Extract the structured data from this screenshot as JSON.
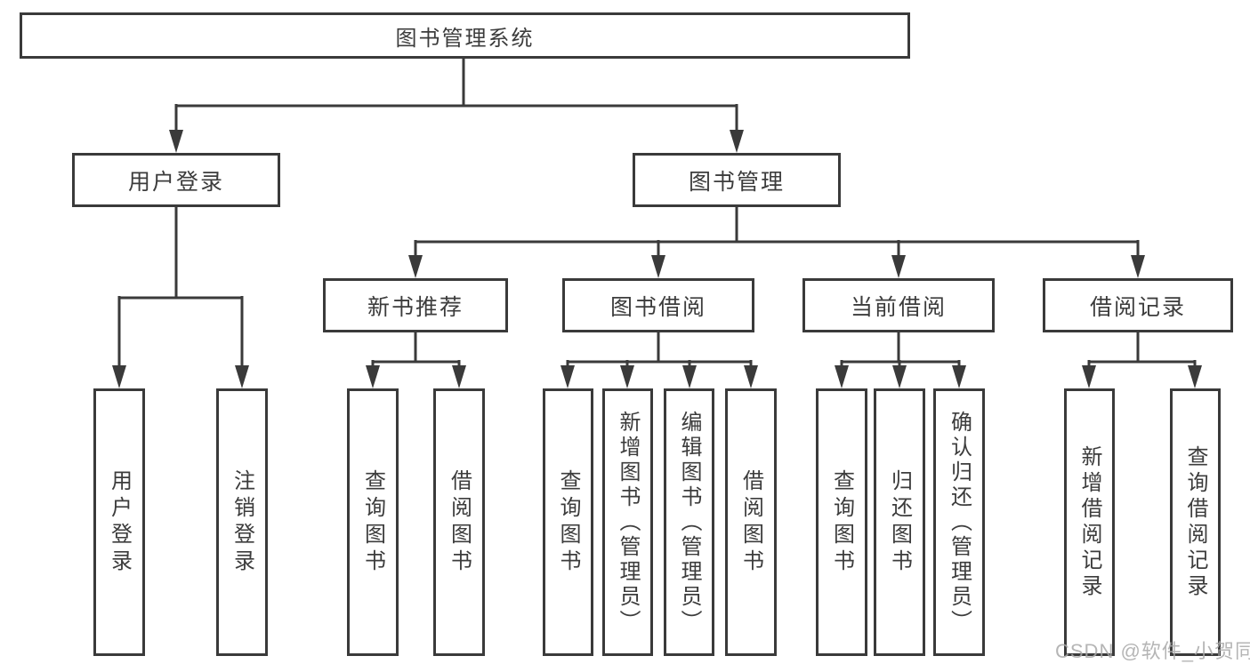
{
  "colors": {
    "line": "#3a3a3a",
    "text": "#3c3c3c",
    "bg": "#ffffff",
    "watermark": "#a9a9a9"
  },
  "watermark": {
    "text": "CSDN @软件_小贺同学"
  },
  "tree": {
    "root": {
      "label": "图书管理系统",
      "children": [
        {
          "label": "用户登录",
          "children": [
            {
              "label": "用户登录"
            },
            {
              "label": "注销登录"
            }
          ]
        },
        {
          "label": "图书管理",
          "children": [
            {
              "label": "新书推荐",
              "children": [
                {
                  "label": "查询图书"
                },
                {
                  "label": "借阅图书"
                }
              ]
            },
            {
              "label": "图书借阅",
              "children": [
                {
                  "label": "查询图书"
                },
                {
                  "label": "新增图书（管理员）"
                },
                {
                  "label": "编辑图书（管理员）"
                },
                {
                  "label": "借阅图书"
                }
              ]
            },
            {
              "label": "当前借阅",
              "children": [
                {
                  "label": "查询图书"
                },
                {
                  "label": "归还图书"
                },
                {
                  "label": "确认归还（管理员）"
                }
              ]
            },
            {
              "label": "借阅记录",
              "children": [
                {
                  "label": "新增借阅记录"
                },
                {
                  "label": "查询借阅记录"
                }
              ]
            }
          ]
        }
      ]
    }
  }
}
